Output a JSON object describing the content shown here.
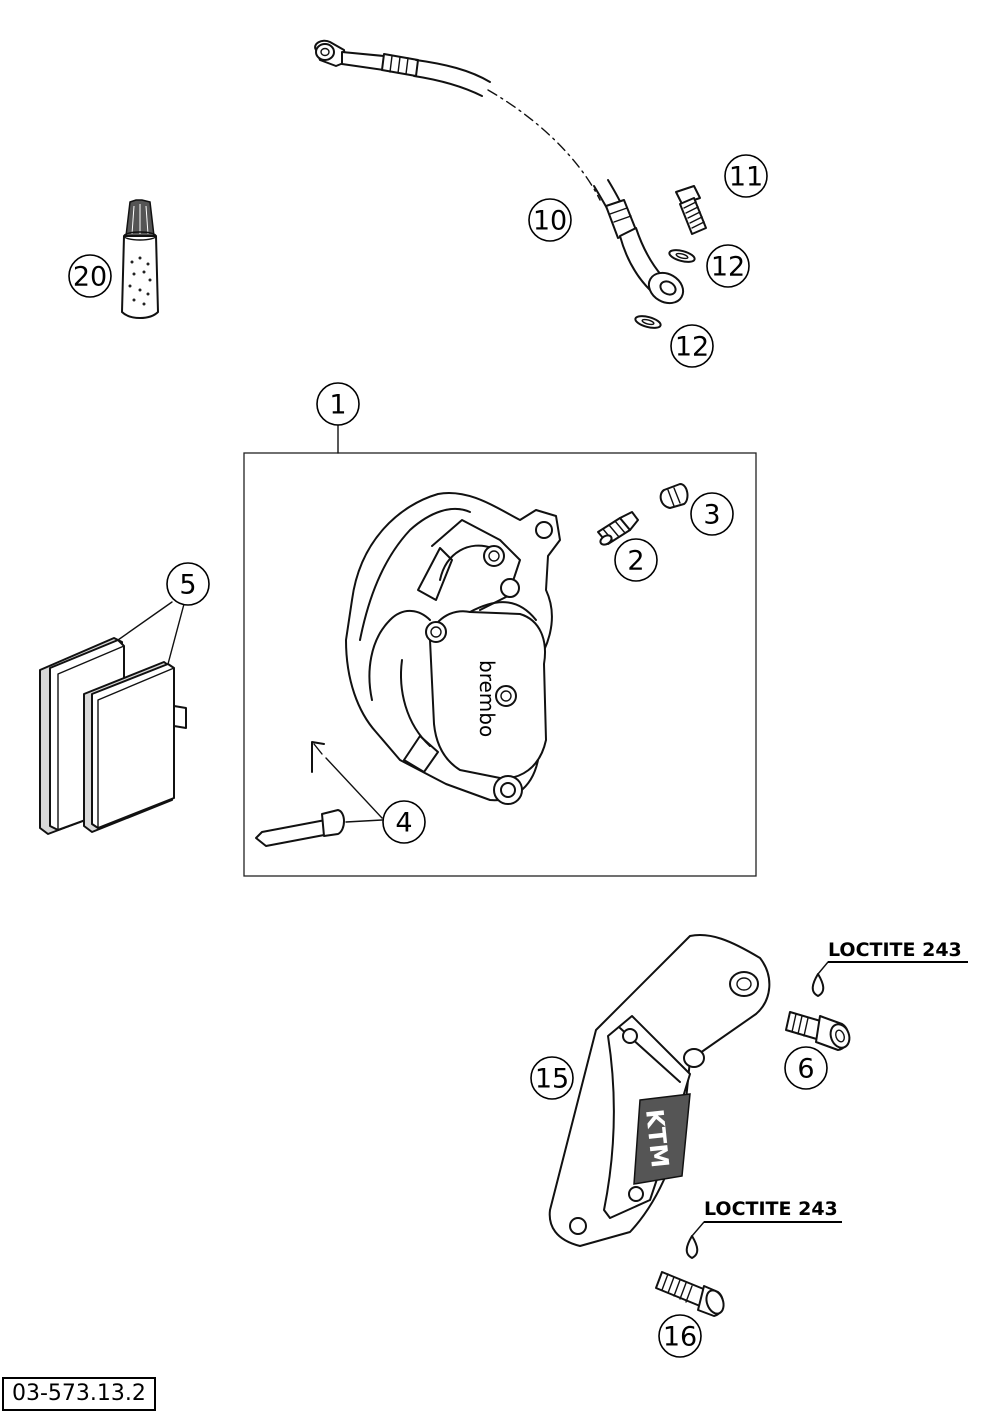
{
  "callouts": {
    "c1": "1",
    "c2": "2",
    "c3": "3",
    "c4": "4",
    "c5": "5",
    "c6": "6",
    "c10": "10",
    "c11": "11",
    "c12a": "12",
    "c12b": "12",
    "c15": "15",
    "c16": "16",
    "c20": "20"
  },
  "labels": {
    "loctite_upper": "LOCTITE 243",
    "loctite_lower": "LOCTITE 243"
  },
  "reference_number": "03-573.13.2",
  "caliper_brand_text": "brembo",
  "bracket_logo_text": "KTM"
}
